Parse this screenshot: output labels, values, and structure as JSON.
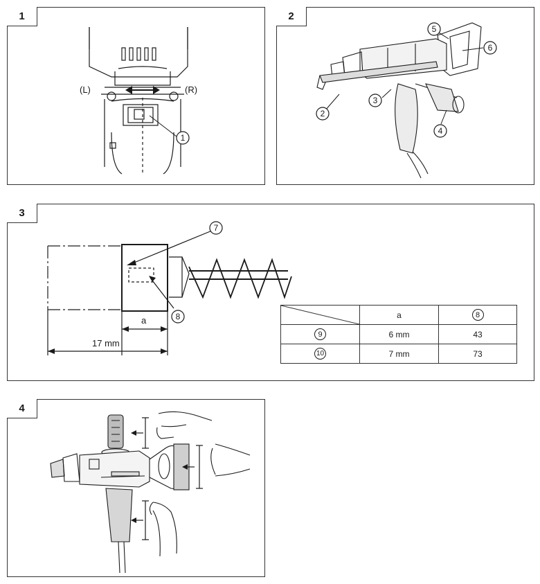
{
  "panels": [
    {
      "number": "1"
    },
    {
      "number": "2"
    },
    {
      "number": "3"
    },
    {
      "number": "4"
    }
  ],
  "fig1": {
    "left_label": "(L)",
    "right_label": "(R)",
    "callout_1": "1"
  },
  "fig2": {
    "callouts": [
      "2",
      "3",
      "4",
      "5",
      "6"
    ]
  },
  "fig3": {
    "callout_7": "7",
    "callout_8": "8",
    "dim_a": "a",
    "dim_total": "17 mm",
    "table": {
      "header": {
        "col_a": "a",
        "col_8": "8"
      },
      "rows": [
        {
          "id": "9",
          "a": "6 mm",
          "value": "43"
        },
        {
          "id": "10",
          "a": "7 mm",
          "value": "73"
        }
      ]
    }
  },
  "colors": {
    "line": "#1a1a1a",
    "border": "#333333",
    "shade": "#d8d8d8"
  }
}
